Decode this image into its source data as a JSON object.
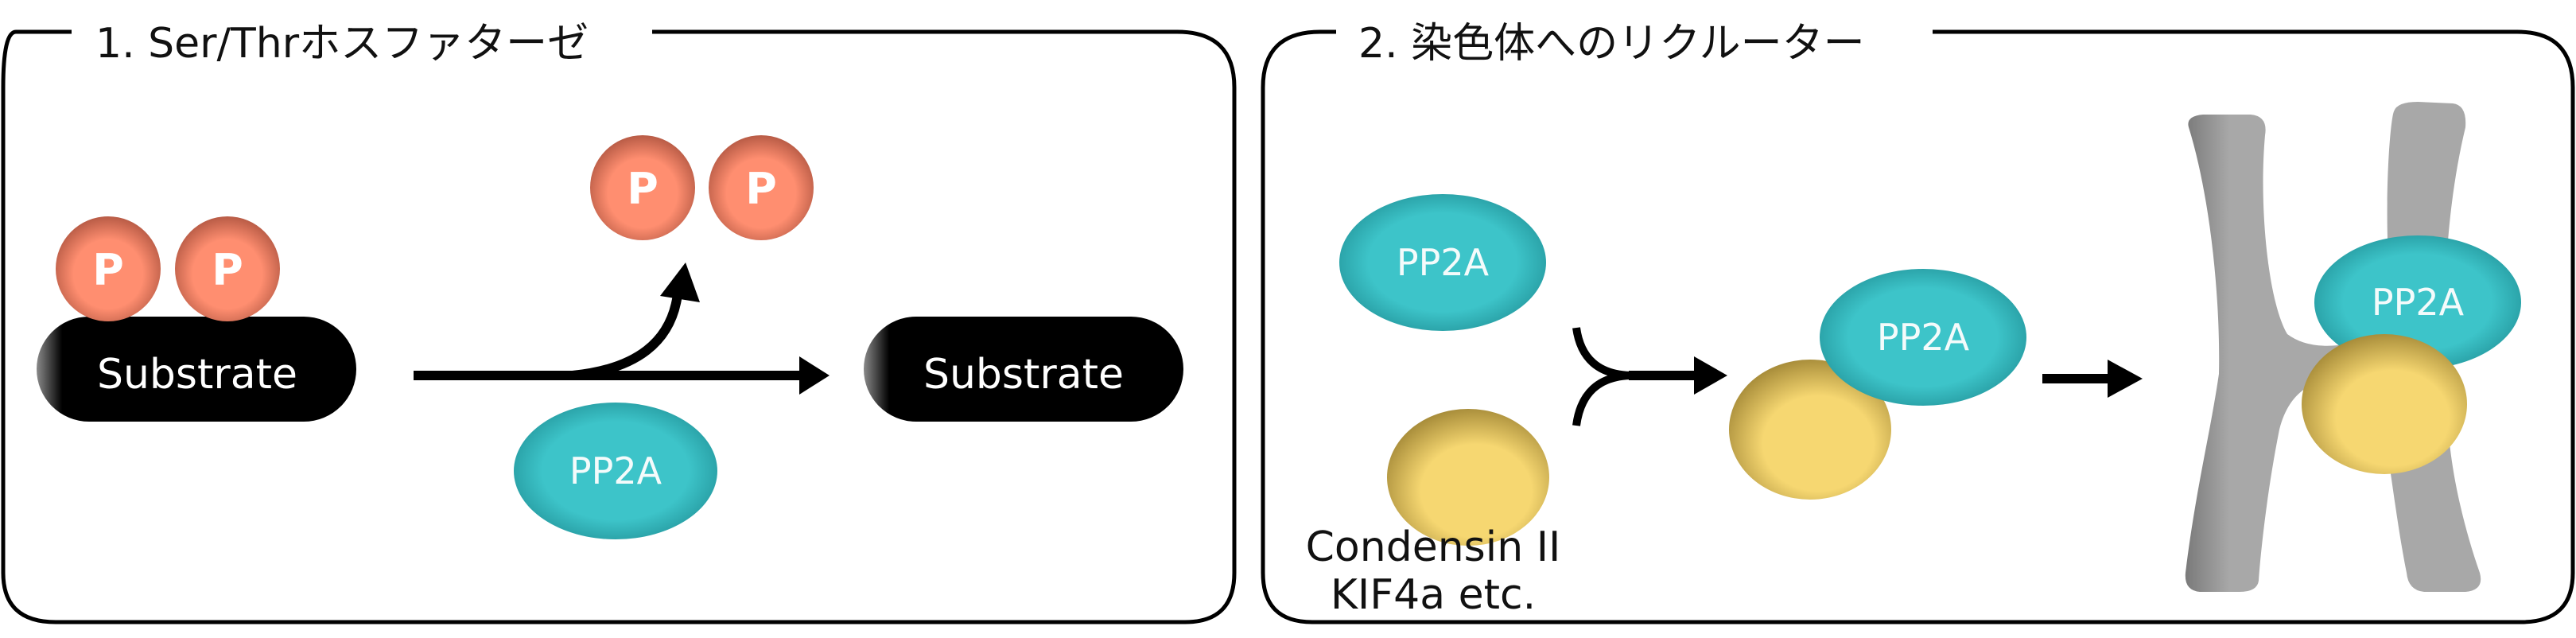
{
  "panel1": {
    "title": "1. Ser/Thrホスファターゼ",
    "substrate_before": "Substrate",
    "substrate_after": "Substrate",
    "phosphate": "P",
    "enzyme": "PP2A"
  },
  "panel2": {
    "title": "2. 染色体へのリクルーター",
    "enzyme_free": "PP2A",
    "enzyme_complex": "PP2A",
    "enzyme_chromosome": "PP2A",
    "partners_line1": "Condensin II",
    "partners_line2": "KIF4a etc."
  },
  "colors": {
    "phosphate": "#ff8c6e",
    "pp2a": "#3cc3c8",
    "partner": "#f5d570",
    "chromosome": "#a6a6a6",
    "substrate": "#000000"
  }
}
